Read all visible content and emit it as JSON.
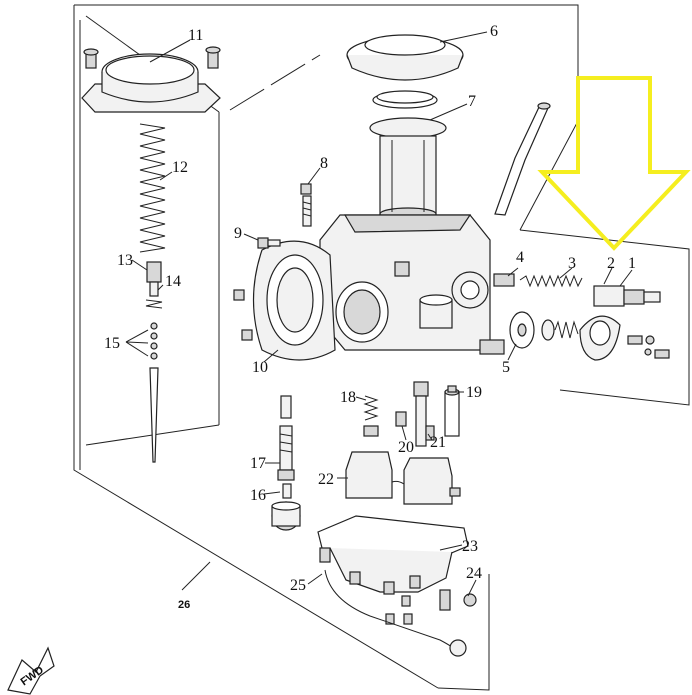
{
  "diagram": {
    "title": "Carburetor exploded parts diagram",
    "callouts": [
      "1",
      "2",
      "3",
      "4",
      "5",
      "6",
      "7",
      "8",
      "9",
      "10",
      "11",
      "12",
      "13",
      "14",
      "15",
      "16",
      "17",
      "18",
      "19",
      "20",
      "21",
      "22",
      "23",
      "24",
      "25",
      "26"
    ],
    "assembly_label": "26",
    "fwd_label": "FWD",
    "highlight_arrow_color": "#f5ee1f"
  }
}
